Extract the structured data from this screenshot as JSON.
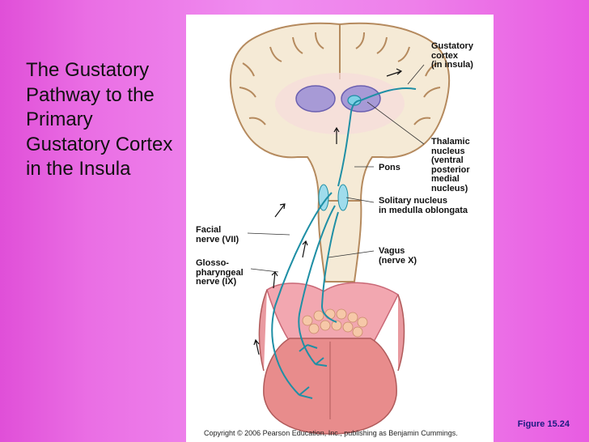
{
  "slide": {
    "title": "The Gustatory Pathway to the Primary Gustatory Cortex in the Insula",
    "figure_number": "Figure 15.24"
  },
  "figure": {
    "labels": {
      "gustatory_cortex": "Gustatory\ncortex\n(in insula)",
      "thalamic_nucleus": "Thalamic\nnucleus\n(ventral\nposterior\nmedial\nnucleus)",
      "pons": "Pons",
      "solitary_nucleus": "Solitary nucleus\nin medulla oblongata",
      "facial_nerve": "Facial\nnerve (VII)",
      "vagus_nerve": "Vagus\n(nerve X)",
      "glossopharyngeal_nerve": "Glosso-\npharyngeal\nnerve (IX)"
    },
    "copyright": "Copyright © 2006 Pearson Education, Inc., publishing as Benjamin Cummings."
  },
  "colors": {
    "nerve": "#1f8fa5",
    "brain_tissue": "#f5ead6",
    "brain_outline": "#b58a5e",
    "thalamus": "#a79ad6",
    "tongue": "#e88c8c"
  }
}
